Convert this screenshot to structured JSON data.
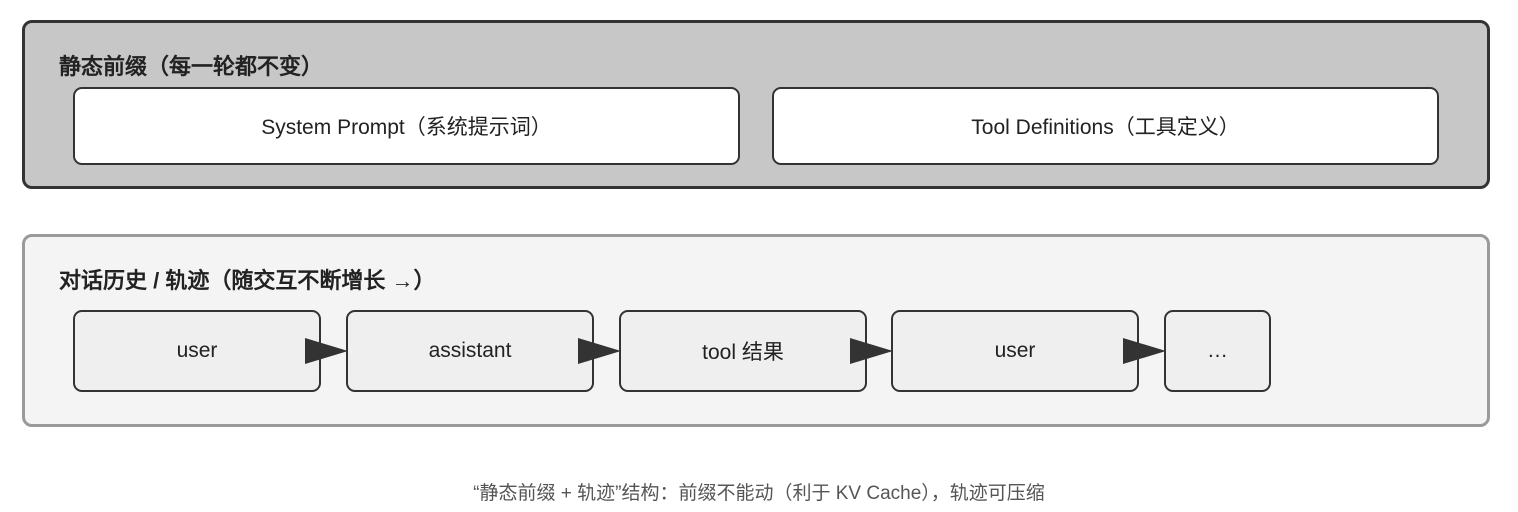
{
  "static_section": {
    "title": "静态前缀（每一轮都不变）",
    "boxes": [
      {
        "label": "System Prompt（系统提示词）"
      },
      {
        "label": "Tool Definitions（工具定义）"
      }
    ]
  },
  "history_section": {
    "title": "对话历史 / 轨迹（随交互不断增长 →）",
    "boxes": [
      {
        "label": "user"
      },
      {
        "label": "assistant"
      },
      {
        "label": "tool 结果"
      },
      {
        "label": "user"
      },
      {
        "label": "…"
      }
    ]
  },
  "caption": "“静态前缀 + 轨迹”结构：前缀不能动（利于 KV Cache），轨迹可压缩",
  "colors": {
    "static_panel_fill": "#c7c7c7",
    "static_panel_border": "#333333",
    "history_panel_fill": "#f4f4f4",
    "history_panel_border": "#9a9a9a",
    "arrow": "#333333"
  }
}
